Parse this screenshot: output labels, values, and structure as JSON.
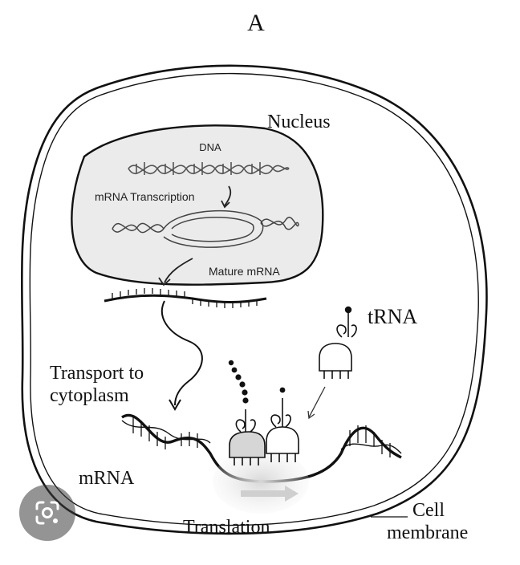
{
  "figure": {
    "panel_letter": "A",
    "labels": {
      "nucleus": "Nucleus",
      "dna": "DNA",
      "mrna_transcription": "mRNA Transcription",
      "mature_mrna": "Mature mRNA",
      "trna": "tRNA",
      "transport_line1": "Transport to",
      "transport_line2": "cytoplasm",
      "mrna": "mRNA",
      "translation": "Translation",
      "cell_line1": "Cell",
      "cell_line2": "membrane"
    }
  },
  "overlay": {
    "lens_icon": "lens-search-icon"
  }
}
